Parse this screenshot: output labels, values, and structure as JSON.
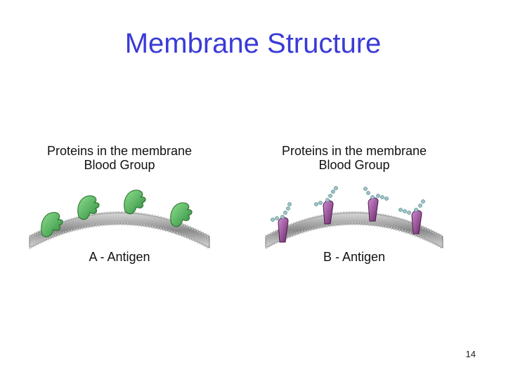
{
  "slide": {
    "title": "Membrane Structure",
    "page_number": "14"
  },
  "panels": [
    {
      "heading_line1": "Proteins in the membrane",
      "heading_line2": "Blood Group",
      "caption": "A - Antigen",
      "protein_color": "#4caf50"
    },
    {
      "heading_line1": "Proteins in the membrane",
      "heading_line2": "Blood Group",
      "caption": "B - Antigen",
      "protein_color": "#8e3a8e"
    }
  ],
  "colors": {
    "title": "#3a3ad8",
    "membrane": "#9a9a9a",
    "lipid_head": "#cfcfcf",
    "sugar_chain": "#9fc4c8"
  }
}
